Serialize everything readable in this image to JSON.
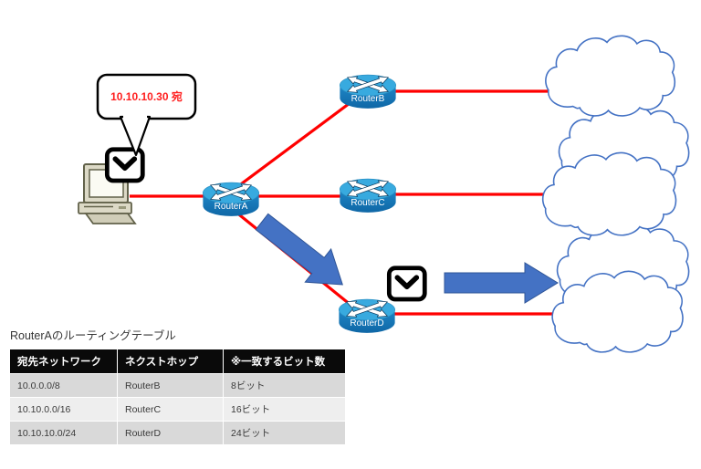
{
  "diagram": {
    "callout": {
      "text": "10.10.10.30 宛",
      "color": "#ff1f1f"
    },
    "routers": [
      {
        "id": "router-a",
        "label": "RouterA"
      },
      {
        "id": "router-b",
        "label": "RouterB"
      },
      {
        "id": "router-c",
        "label": "RouterC"
      },
      {
        "id": "router-d",
        "label": "RouterD"
      }
    ],
    "icons": {
      "pc": "desktop-computer-icon",
      "envelope_source": "envelope-icon",
      "envelope_forwarded": "envelope-icon",
      "clouds": "network-cloud-shape"
    },
    "colors": {
      "link_line": "#ff0000",
      "arrow_fill": "#4472c4",
      "cloud_stroke": "#4472c4",
      "router_top": "#38aadf",
      "router_body": "#1172b4",
      "table_header_bg": "#0a0a0a",
      "table_row_odd": "#d9d9d9",
      "table_row_even": "#eeeeee"
    }
  },
  "table": {
    "title": "RouterAのルーティングテーブル",
    "headers": [
      "宛先ネットワーク",
      "ネクストホップ",
      "※一致するビット数"
    ],
    "rows": [
      [
        "10.0.0.0/8",
        "RouterB",
        "8ビット"
      ],
      [
        "10.10.0.0/16",
        "RouterC",
        "16ビット"
      ],
      [
        "10.10.10.0/24",
        "RouterD",
        "24ビット"
      ]
    ]
  }
}
